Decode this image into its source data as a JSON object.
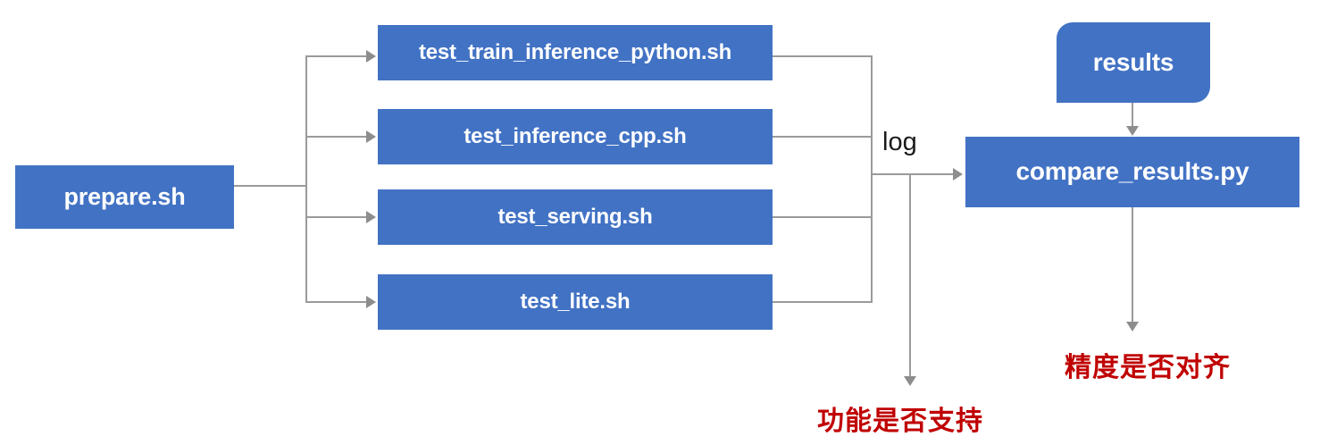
{
  "diagram": {
    "title": "PaddlePaddle TIPC test pipeline",
    "colors": {
      "node_fill": "#4272C4",
      "node_text": "#FFFFFF",
      "connector": "#9A9A9A",
      "annotation_red": "#C00000",
      "background": "#FFFFFF"
    },
    "nodes": {
      "prepare": {
        "label": "prepare.sh",
        "shape": "rectangle"
      },
      "train_inference_python": {
        "label": "test_train_inference_python.sh",
        "shape": "rectangle"
      },
      "inference_cpp": {
        "label": "test_inference_cpp.sh",
        "shape": "rectangle"
      },
      "serving": {
        "label": "test_serving.sh",
        "shape": "rectangle"
      },
      "lite": {
        "label": "test_lite.sh",
        "shape": "rectangle"
      },
      "results": {
        "label": "results",
        "shape": "rounded-diagonal"
      },
      "compare": {
        "label": "compare_results.py",
        "shape": "rectangle"
      }
    },
    "edge_labels": {
      "log": "log"
    },
    "annotations": {
      "function_support": "功能是否支持",
      "precision_align": "精度是否对齐"
    }
  }
}
